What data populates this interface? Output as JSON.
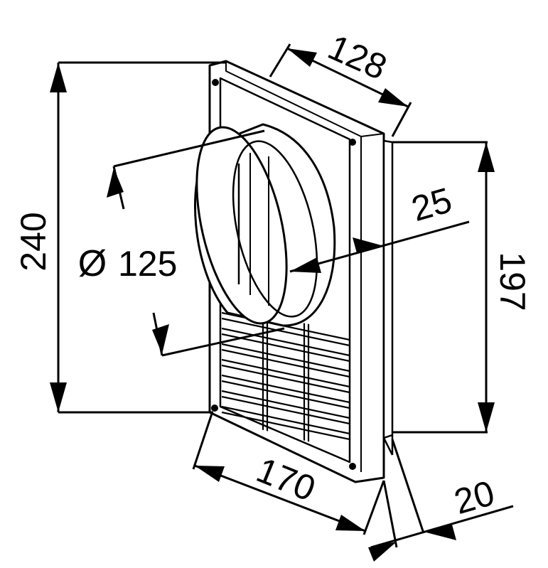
{
  "drawing": {
    "dimensions": {
      "height_total": "240",
      "height_grille": "197",
      "width_front": "170",
      "depth_top": "128",
      "spigot_diameter_symbol": "Ø",
      "spigot_diameter": "125",
      "spigot_length": "25",
      "frame_depth": "20"
    }
  }
}
